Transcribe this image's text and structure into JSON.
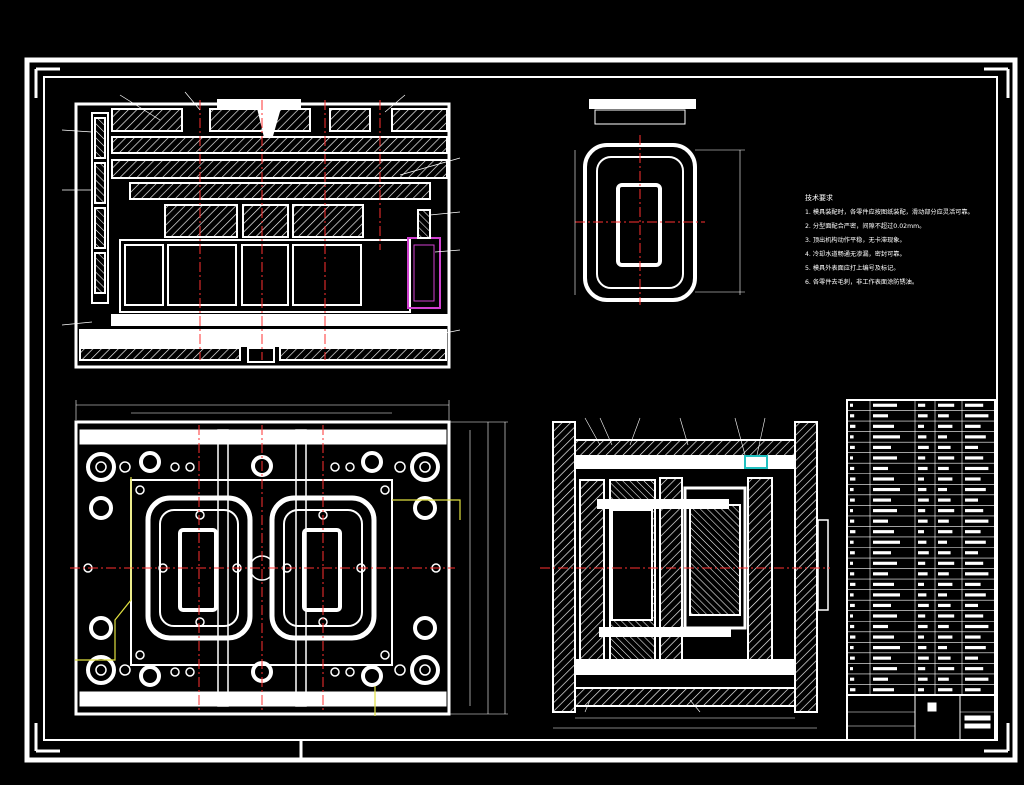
{
  "drawing": {
    "notes_title": "技术要求",
    "notes": [
      "1. 模具装配时，各零件应按图纸装配，滑动部分应灵活可靠。",
      "2. 分型面配合严密，间隙不超过0.02mm。",
      "3. 顶出机构动作平稳，无卡滞现象。",
      "4. 冷却水道畅通无渗漏，密封可靠。",
      "5. 模具外表面应打上编号及标记。",
      "6. 各零件去毛刺，非工作表面涂防锈油。"
    ],
    "colors": {
      "background": "#000000",
      "line": "#ffffff",
      "centerline": "#ff3030",
      "dimension": "#ffffff",
      "accent_magenta": "#d040d0",
      "accent_cyan": "#20c0c0",
      "accent_yellow": "#e0e040"
    },
    "bom_rows": 28
  }
}
